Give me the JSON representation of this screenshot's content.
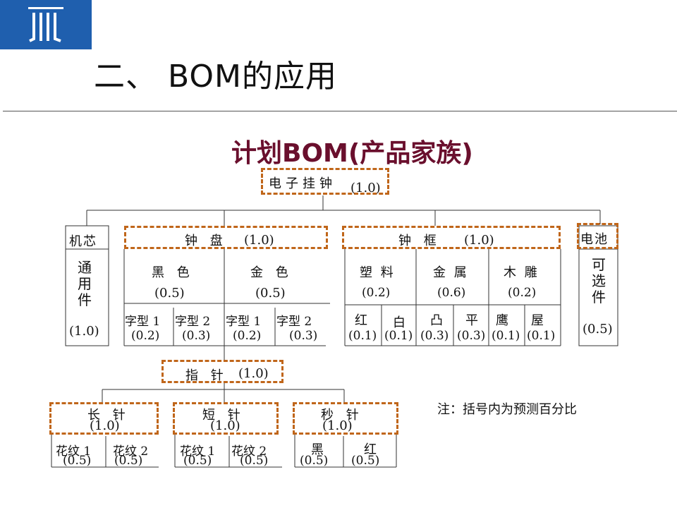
{
  "slide": {
    "title": "二、 BOM的应用",
    "main_title": "计划BOM(产品家族)",
    "note": "注：括号内为预测百分比"
  },
  "root": {
    "label": "电子挂钟",
    "pct": "(1.0)"
  },
  "movement": {
    "label": "机芯",
    "sub": "通用件",
    "pct": "(1.0)"
  },
  "dial": {
    "label": "钟 盘",
    "pct": "(1.0)",
    "colors": [
      {
        "label": "黑 色",
        "pct": "(0.5)"
      },
      {
        "label": "金 色",
        "pct": "(0.5)"
      }
    ],
    "types": [
      {
        "label": "字型 1",
        "pct": "(0.2)"
      },
      {
        "label": "字型 2",
        "pct": "(0.3)"
      },
      {
        "label": "字型 1",
        "pct": "(0.2)"
      },
      {
        "label": "字型 2",
        "pct": "(0.3)"
      }
    ]
  },
  "frame": {
    "label": "钟 框",
    "pct": "(1.0)",
    "materials": [
      {
        "label": "塑 料",
        "pct": "(0.2)"
      },
      {
        "label": "金 属",
        "pct": "(0.6)"
      },
      {
        "label": "木 雕",
        "pct": "(0.2)"
      }
    ],
    "finishes": [
      {
        "label": "红",
        "pct": "(0.1)"
      },
      {
        "label": "白",
        "pct": "(0.1)"
      },
      {
        "label": "凸",
        "pct": "(0.3)"
      },
      {
        "label": "平",
        "pct": "(0.3)"
      },
      {
        "label": "鹰",
        "pct": "(0.1)"
      },
      {
        "label": "屋",
        "pct": "(0.1)"
      }
    ]
  },
  "battery": {
    "label": "电池",
    "sub": "可选件",
    "pct": "(0.5)"
  },
  "hands": {
    "label": "指 针",
    "pct": "(1.0)",
    "items": [
      {
        "label": "长 针",
        "pct": "(1.0)",
        "subs": [
          {
            "label": "花纹 1",
            "pct": "(0.5)"
          },
          {
            "label": "花纹 2",
            "pct": "(0.5)"
          }
        ]
      },
      {
        "label": "短 针",
        "pct": "(1.0)",
        "subs": [
          {
            "label": "花纹 1",
            "pct": "(0.5)"
          },
          {
            "label": "花纹 2",
            "pct": "(0.5)"
          }
        ]
      },
      {
        "label": "秒 针",
        "pct": "(1.0)",
        "subs": [
          {
            "label": "黑",
            "pct": "(0.5)"
          },
          {
            "label": "红",
            "pct": "(0.5)"
          }
        ]
      }
    ]
  },
  "colors": {
    "brand": "#1f5fae",
    "title": "#6a0f2d",
    "dash": "#c0661a"
  }
}
